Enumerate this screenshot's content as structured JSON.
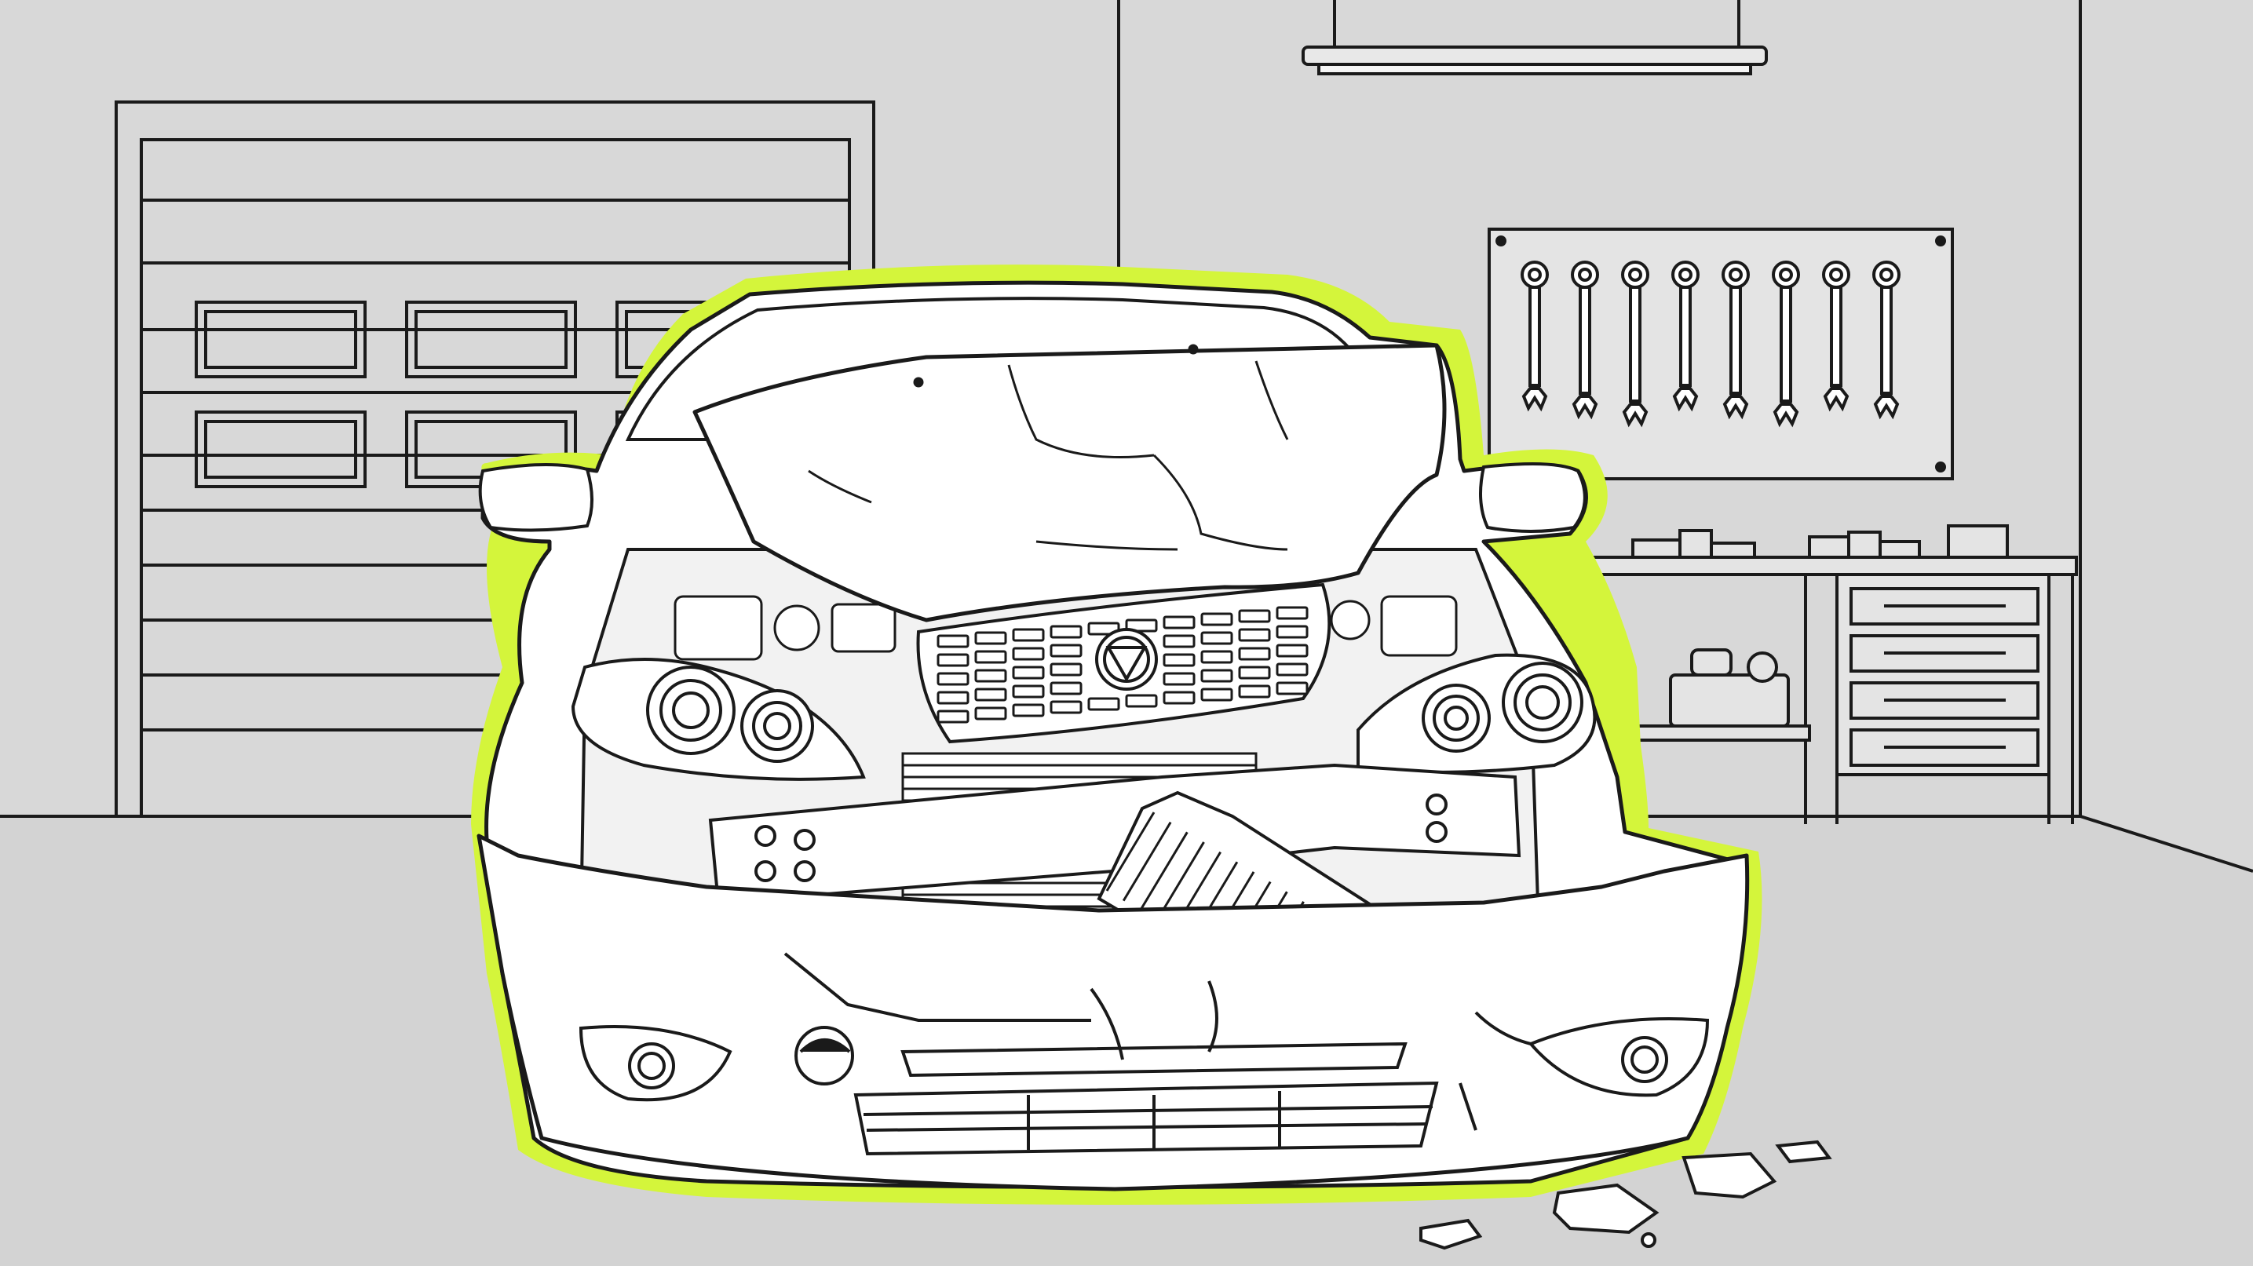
{
  "palette": {
    "background": "#d8d8d8",
    "floor": "#d3d3d3",
    "line": "#1a1a1a",
    "car_fill": "#ffffff",
    "highlight": "#d4f53b"
  },
  "scene": {
    "description_elements": [
      "garage-door",
      "ceiling-lamp",
      "tool-pegboard",
      "workbench",
      "wrecked-car",
      "debris"
    ],
    "wrench_count": 8,
    "workbench_drawer_count": 4,
    "debris_piece_count": 5
  }
}
